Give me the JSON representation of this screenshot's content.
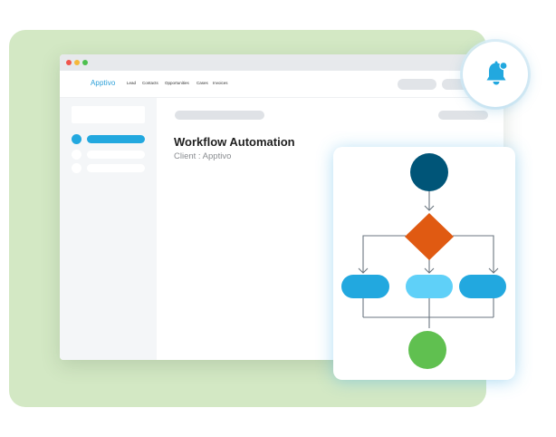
{
  "app": {
    "logo": "Apptivo"
  },
  "nav": {
    "links": [
      "Lead",
      "Contacts",
      "Opportunities",
      "Cases",
      "Invoices"
    ]
  },
  "main": {
    "title": "Workflow Automation",
    "subtitle": "Client : Apptivo"
  },
  "icons": {
    "notification": "bell-icon"
  },
  "colors": {
    "background_panel": "#d3e8c4",
    "accent_blue": "#22a8df",
    "flow_start": "#005578",
    "flow_decision": "#e05a12",
    "flow_step": "#22a8df",
    "flow_step_light": "#5fd0f8",
    "flow_end": "#60c050"
  }
}
